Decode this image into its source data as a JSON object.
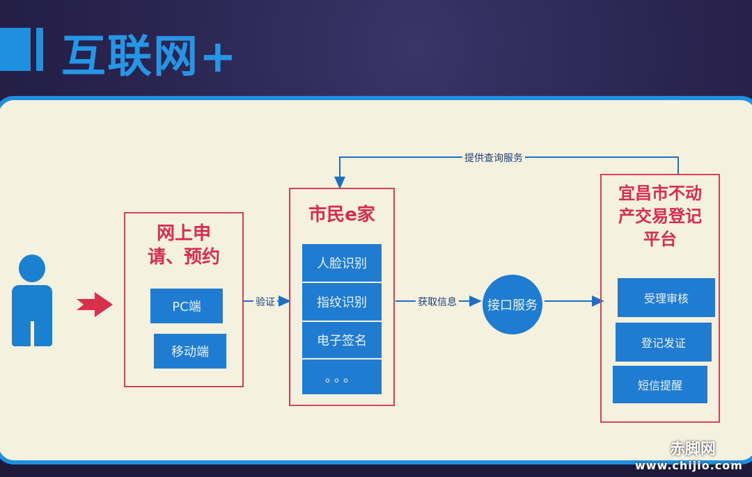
{
  "header": {
    "title": "互联网+"
  },
  "online_box": {
    "title_line1": "网上申",
    "title_line2": "请、预约",
    "items": [
      "PC端",
      "移动端"
    ]
  },
  "citizen_box": {
    "title": "市民e家",
    "items": [
      "人脸识别",
      "指纹识别",
      "电子签名",
      "。。。"
    ]
  },
  "platform_box": {
    "title_line1": "宜昌市不动",
    "title_line2": "产交易登记",
    "title_line3": "平台",
    "items": [
      "受理审核",
      "登记发证",
      "短信提醒"
    ]
  },
  "interface_service": "接口服务",
  "connectors": {
    "verify": "验证",
    "get_info": "获取信息",
    "query_service": "提供查询服务"
  },
  "watermark": {
    "line1": "赤脚网",
    "line2": "www.chijio.com"
  },
  "colors": {
    "accent_blue": "#1f8fe0",
    "box_blue": "#1f7cd0",
    "red": "#d8405a",
    "board": "#f4f1df"
  }
}
